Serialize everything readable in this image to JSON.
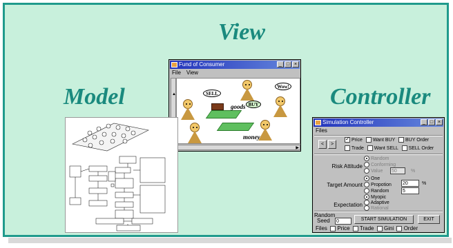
{
  "headings": {
    "view": "View",
    "model": "Model",
    "controller": "Controller"
  },
  "colors": {
    "background": "#c8f0dc",
    "border": "#1f9a8c",
    "heading": "#1a8a7e"
  },
  "fund_window": {
    "title": "Fund of Consumer",
    "menu": [
      "File",
      "View"
    ],
    "bubbles": {
      "sell": "SELL",
      "buy": "BUY",
      "wow": "Wow!"
    },
    "labels": {
      "goods": "goods",
      "money": "money"
    }
  },
  "sim_window": {
    "title": "Simulation Controller",
    "menu": [
      "Files"
    ],
    "row1_checks": [
      {
        "label": "Price",
        "checked": true
      },
      {
        "label": "Want BUY",
        "checked": false
      },
      {
        "label": "BUY Order",
        "checked": false
      }
    ],
    "row2_checks": [
      {
        "label": "Trade",
        "checked": false
      },
      {
        "label": "Want SELL",
        "checked": false
      },
      {
        "label": "SELL Order",
        "checked": false
      }
    ],
    "risk": {
      "label": "Risk Attitude",
      "options": [
        "Random",
        "Conforming",
        "Value"
      ],
      "value": "50",
      "unit": "%"
    },
    "target": {
      "label": "Target Amount",
      "options": [
        "One",
        "Propotion",
        "Random"
      ],
      "value1": "20",
      "unit": "%",
      "value2": "5"
    },
    "expectation": {
      "label": "Expectation",
      "options": [
        "Myopic",
        "Adaptive",
        "Rational"
      ]
    },
    "seed": {
      "label1": "Random",
      "label2": "Seed",
      "value": "0"
    },
    "start_button": "START SIMULATION",
    "exit_button": "EXIT",
    "files_row": {
      "label": "Files",
      "items": [
        "Price",
        "Trade",
        "Gini",
        "Order"
      ]
    }
  }
}
